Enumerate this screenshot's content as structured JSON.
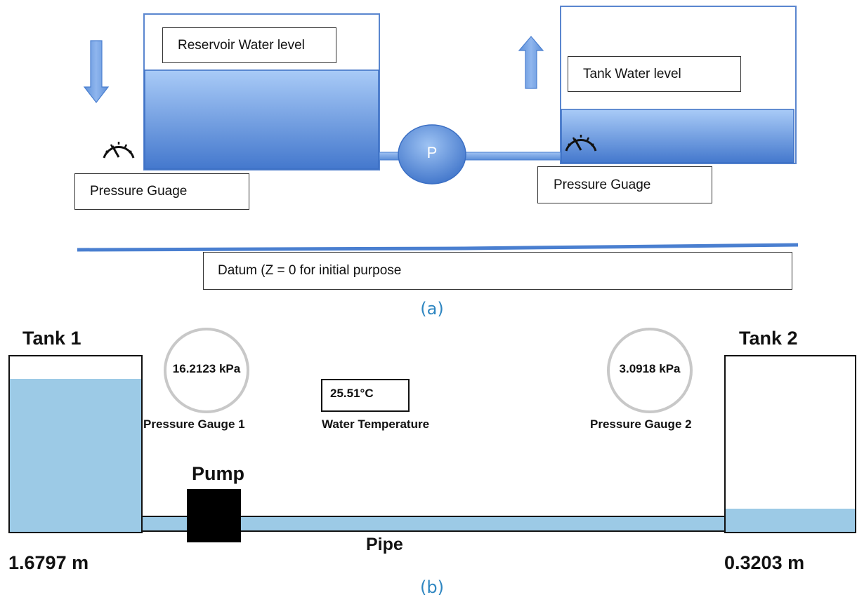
{
  "panel_a": {
    "reservoir_label": "Reservoir Water level",
    "tank_label": "Tank Water level",
    "pump_label": "P",
    "gauge_left_label": "Pressure Guage",
    "gauge_right_label": "Pressure Guage",
    "datum_label": "Datum (Z = 0 for initial purpose",
    "caption": "(a)",
    "colors": {
      "water_top": "#9ec3f5",
      "water_bottom": "#4a7fd0",
      "outline": "#3b6fc4"
    }
  },
  "panel_b": {
    "tank1_title": "Tank 1",
    "tank2_title": "Tank 2",
    "gauge1_value": "16.2123 kPa",
    "gauge1_label": "Pressure Gauge 1",
    "gauge2_value": "3.0918 kPa",
    "gauge2_label": "Pressure Gauge 2",
    "temperature_value": "25.51°C",
    "temperature_label": "Water Temperature",
    "pump_label": "Pump",
    "pipe_label": "Pipe",
    "tank1_level": "1.6797 m",
    "tank2_level": "0.3203 m",
    "caption": "(b)",
    "colors": {
      "water": "#9ccae6",
      "pump": "#000000",
      "gauge": "#c8c8c8"
    }
  }
}
